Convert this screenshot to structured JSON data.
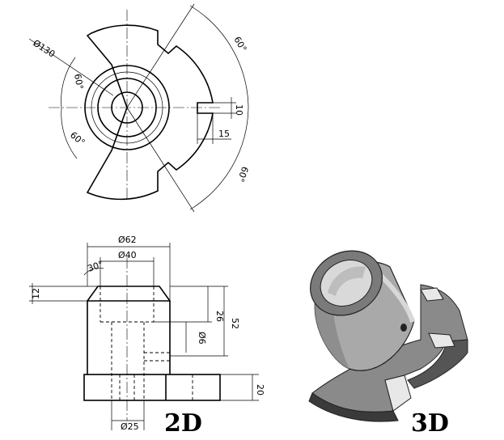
{
  "top_view": {
    "dim_dia130": "Ø130",
    "dim_angle_upper_left": "60°",
    "dim_angle_lower_left": "60°",
    "dim_angle_upper_right": "60°",
    "dim_angle_lower_right": "60°",
    "dim_slot_width": "10",
    "dim_slot_depth": "15"
  },
  "front_view": {
    "dim_dia62": "Ø62",
    "dim_dia40": "Ø40",
    "dim_chamfer": "30°",
    "dim_12": "12",
    "dim_26": "26",
    "dim_52": "52",
    "dim_dia6": "Ø6",
    "dim_20": "20",
    "dim_dia25": "Ø25"
  },
  "labels": {
    "label_2d": "2D",
    "label_3d": "3D"
  }
}
